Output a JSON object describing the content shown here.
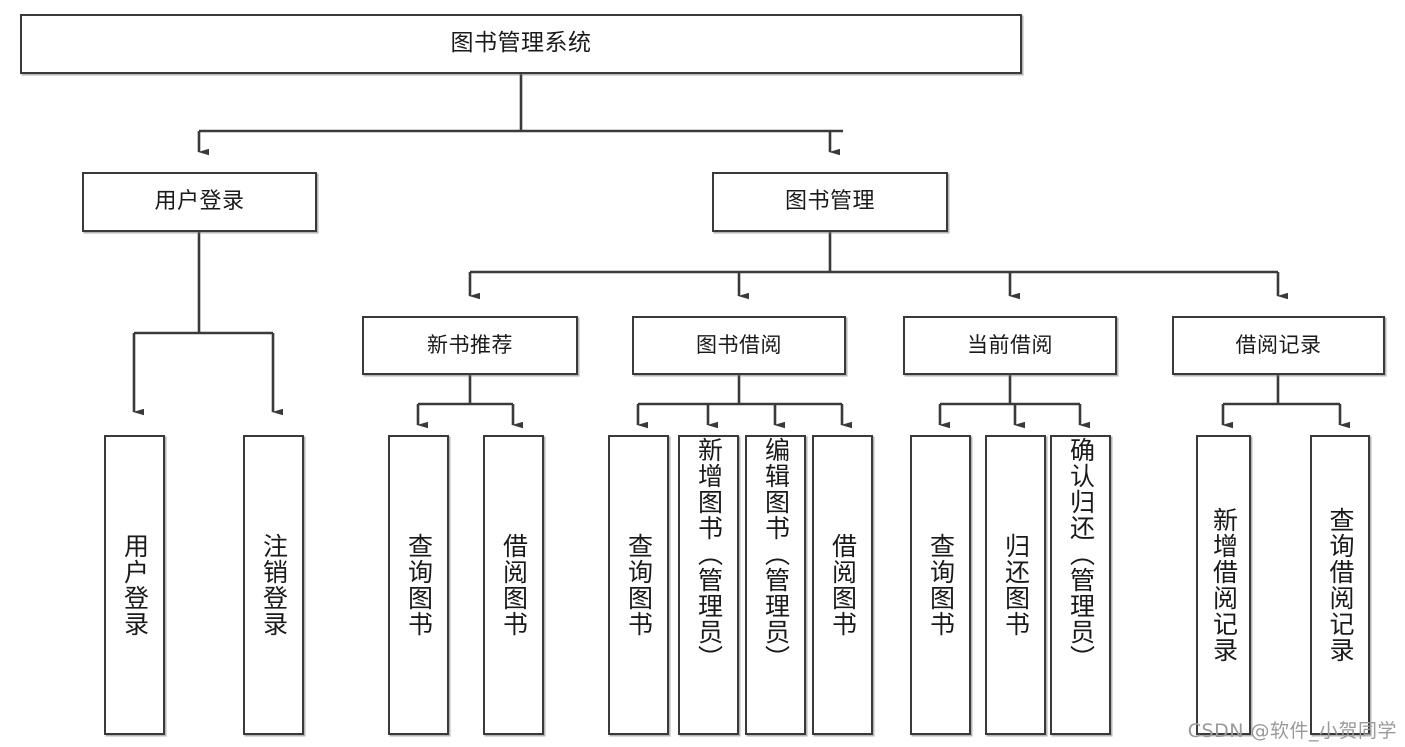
{
  "diagram": {
    "title": "图书管理系统",
    "type": "hierarchy-tree",
    "root": {
      "label": "图书管理系统"
    },
    "level2": [
      {
        "label": "用户登录"
      },
      {
        "label": "图书管理"
      }
    ],
    "level3": [
      {
        "label": "新书推荐"
      },
      {
        "label": "图书借阅"
      },
      {
        "label": "当前借阅"
      },
      {
        "label": "借阅记录"
      }
    ],
    "leaves": {
      "user_login": [
        {
          "label": "用户登录"
        },
        {
          "label": "注销登录"
        }
      ],
      "new_book_recommend": [
        {
          "label": "查询图书"
        },
        {
          "label": "借阅图书"
        }
      ],
      "book_borrow": [
        {
          "label": "查询图书"
        },
        {
          "label": "新增图书（管理员）"
        },
        {
          "label": "编辑图书（管理员）"
        },
        {
          "label": "借阅图书"
        }
      ],
      "current_borrow": [
        {
          "label": "查询图书"
        },
        {
          "label": "归还图书"
        },
        {
          "label": "确认归还（管理员）"
        }
      ],
      "borrow_record": [
        {
          "label": "新增借阅记录"
        },
        {
          "label": "查询借阅记录"
        }
      ]
    }
  },
  "watermark": {
    "text": "CSDN @软件_小贺同学"
  },
  "colors": {
    "stroke": "#3a3a3a",
    "text": "#1a1a1a",
    "background": "#ffffff",
    "watermark": "#9a9a9a"
  }
}
